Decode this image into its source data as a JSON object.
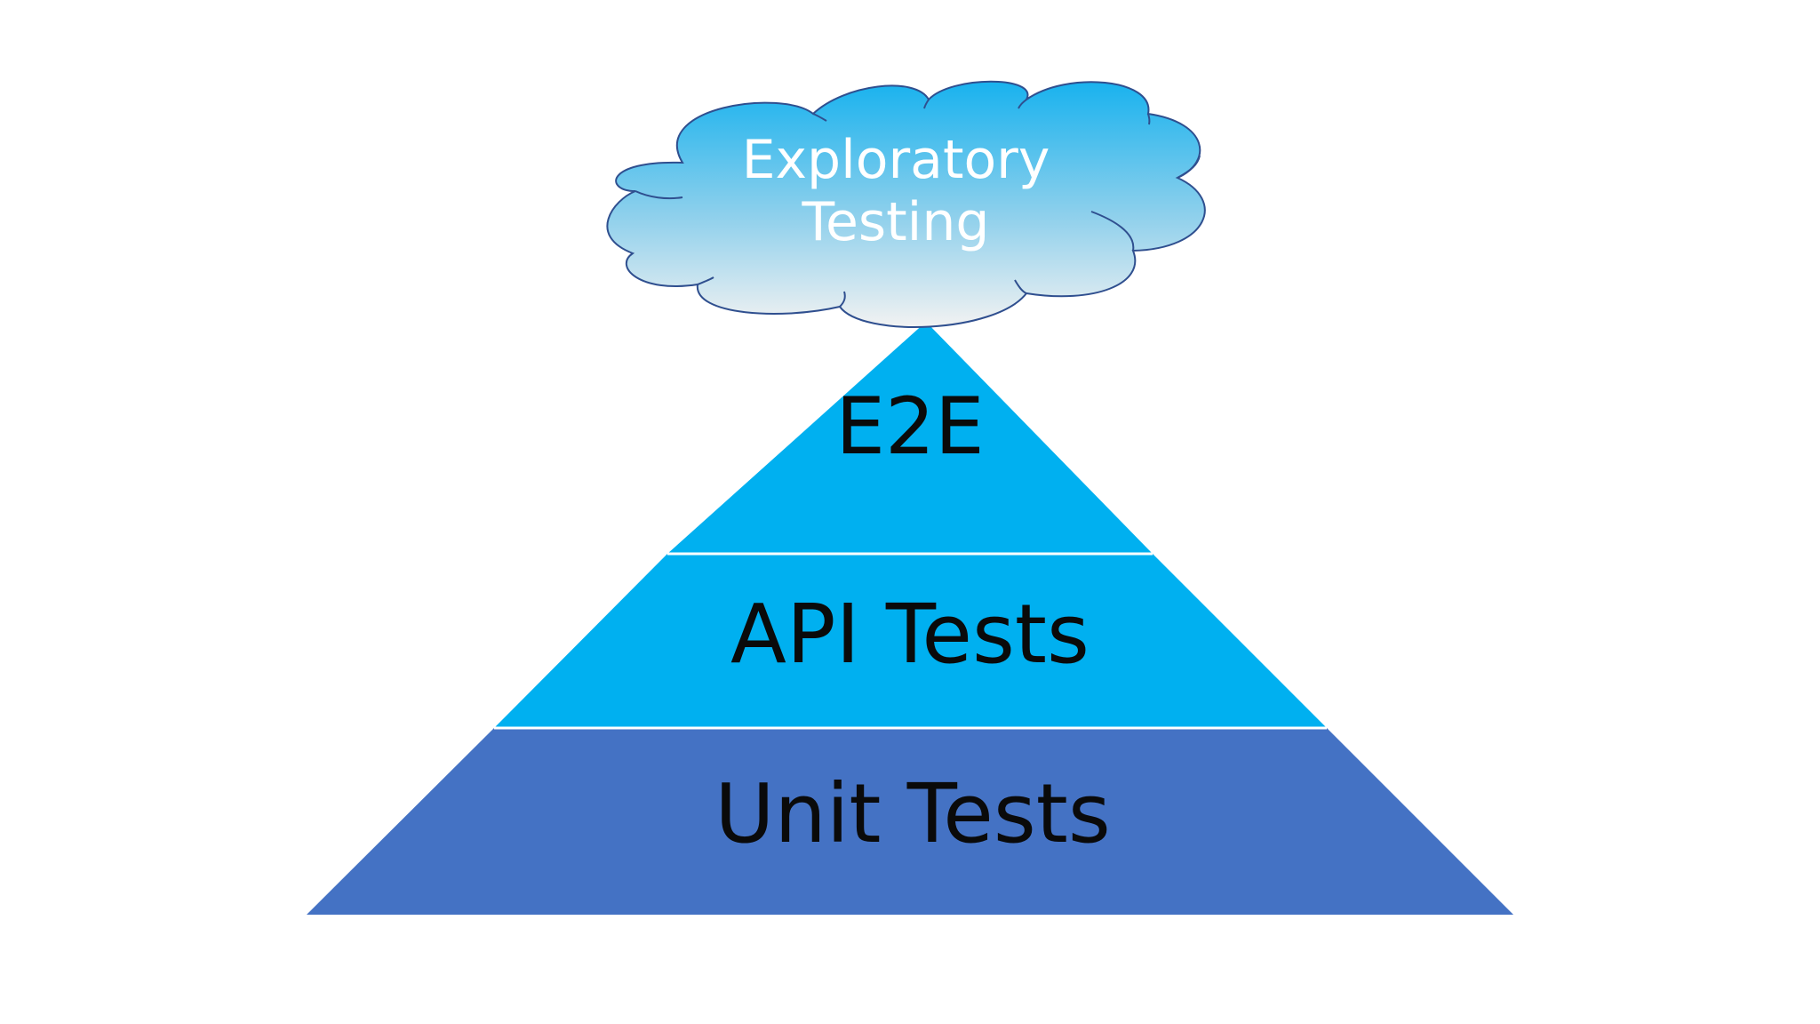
{
  "cloud": {
    "line1": "Exploratory",
    "line2": "Testing"
  },
  "pyramid": {
    "layers": [
      {
        "label": "E2E",
        "color": "#00b0f0"
      },
      {
        "label": "API Tests",
        "color": "#00b0f0"
      },
      {
        "label": "Unit Tests",
        "color": "#4472c4"
      }
    ]
  },
  "colors": {
    "background": "#ffffff",
    "cloud_top": "#18b2ee",
    "cloud_bottom": "#f0f0f0",
    "cloud_outline": "#2f4f8f",
    "divider": "#ffffff",
    "label_text": "#0a0a0a"
  }
}
